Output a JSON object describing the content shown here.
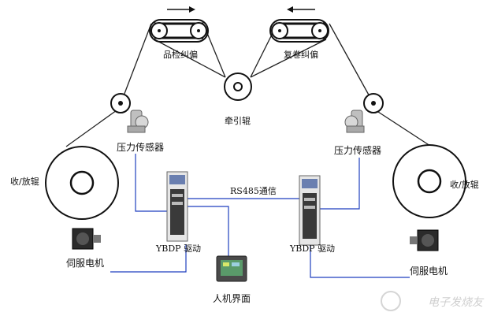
{
  "labels": {
    "inspect_correct": "品检纠偏",
    "rewind_correct": "复卷纠偏",
    "traction_roller": "牵引辊",
    "pressure_sensor_left": "压力传感器",
    "pressure_sensor_right": "压力传感器",
    "reel_left": "收/放辊",
    "reel_right": "收/放辊",
    "rs485": "RS485通信",
    "driver_left": "YBDP 驱动",
    "driver_right": "YBDP 驱动",
    "servo_left": "伺服电机",
    "servo_right": "伺服电机",
    "hmi": "人机界面"
  },
  "watermark": "电子发烧友",
  "colors": {
    "web_line": "#222222",
    "signal_line": "#1f3fbf",
    "roller": "#111111"
  }
}
